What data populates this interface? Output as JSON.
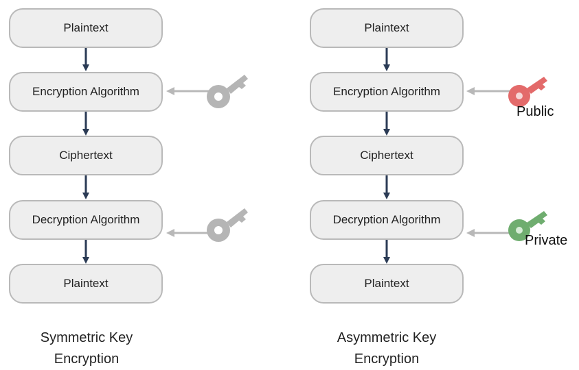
{
  "symmetric": {
    "boxes": [
      "Plaintext",
      "Encryption Algorithm",
      "Ciphertext",
      "Decryption Algorithm",
      "Plaintext"
    ],
    "caption_line1": "Symmetric Key",
    "caption_line2": "Encryption",
    "key_icon": "key-icon",
    "key_color": "#b5b5b5"
  },
  "asymmetric": {
    "boxes": [
      "Plaintext",
      "Encryption Algorithm",
      "Ciphertext",
      "Decryption Algorithm",
      "Plaintext"
    ],
    "caption_line1": "Asymmetric Key",
    "caption_line2": "Encryption",
    "public_label": "Public",
    "private_label": "Private",
    "public_key_color": "#e36a6a",
    "private_key_color": "#6fad6f"
  },
  "colors": {
    "flow_arrow": "#2b3b55",
    "key_arrow": "#b8b8b8"
  }
}
